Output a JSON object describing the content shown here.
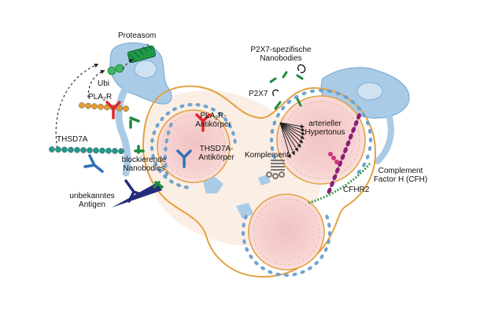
{
  "labels": {
    "proteasom": "Proteasom",
    "ubi": "Ubi",
    "pla2r_prefix": "PLA",
    "pla2r_sub": "2",
    "pla2r_suffix": "R",
    "thsd7a": "THSD7A",
    "blockierende_1": "blockierende",
    "blockierende_2": "Nanobodies",
    "unbekanntes_1": "unbekanntes",
    "unbekanntes_2": "Antigen",
    "pla2r_ak_prefix": "PLA",
    "pla2r_ak_sub": "2",
    "pla2r_ak_suffix": "R-",
    "pla2r_ak_2": "Antikörper",
    "thsd7a_ak_1": "THSD7A-",
    "thsd7a_ak_2": "Antikörper",
    "p2x7_spez_1": "P2X7-spezifische",
    "p2x7_spez_2": "Nanobodies",
    "p2x7": "P2X7",
    "hypertonus_1": "arterieller",
    "hypertonus_2": "Hypertonus",
    "komplement": "Komplement",
    "cfh_1": "Complement",
    "cfh_2": "Factor H (CFH)",
    "cfhr2": "CFHR2"
  },
  "colors": {
    "podocyte": "#a9cbe6",
    "podocyte_outline": "#7eaed6",
    "membrane_dots": "#6fa4d2",
    "gbm_orange": "#e3a142",
    "capillary_fill": "#f6d4d1",
    "capillary_core": "#f0c3c2",
    "mesangium": "#fbeee4",
    "antibody_red": "#e0262b",
    "antibody_blue": "#2f6fb6",
    "antibody_navy": "#252b7a",
    "nanobody_green": "#1e8a3c",
    "proteasome_green": "#1e9a48",
    "ubi_green": "#3fb763",
    "pla2r_beads": "#e59a2f",
    "thsd7a_beads": "#1f9a8c",
    "cfh_purple": "#8a1f7a",
    "complement_grey": "#777777",
    "dark_text": "#111111"
  },
  "icons": [
    "proteasome-icon",
    "ubiquitin-icon",
    "antibody-icon",
    "nanobody-icon",
    "complement-icon",
    "pressure-arrows-icon"
  ]
}
